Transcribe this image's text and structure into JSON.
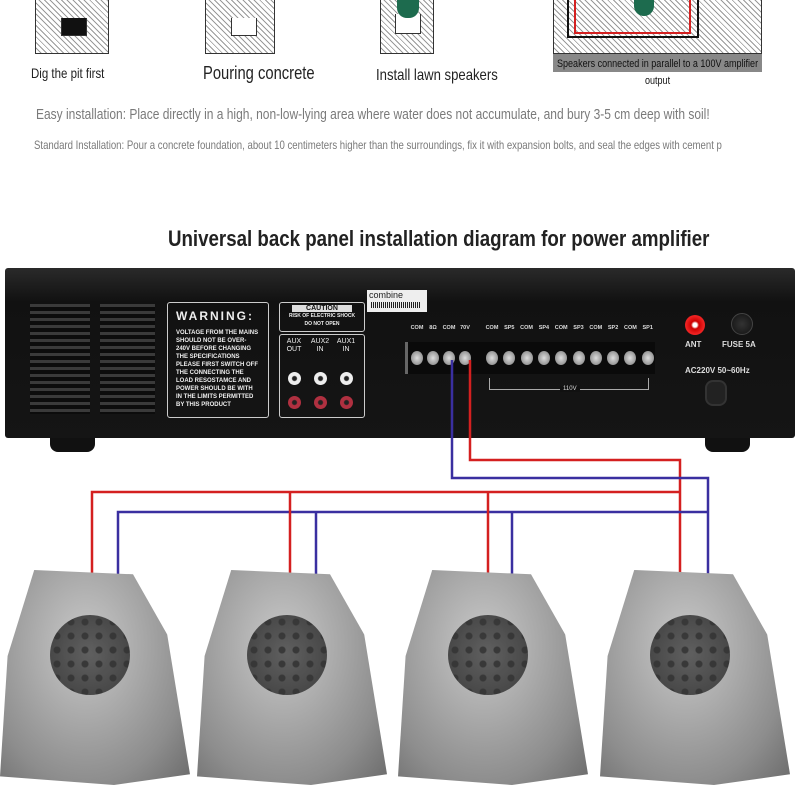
{
  "steps": [
    {
      "caption": "Dig the pit first"
    },
    {
      "caption": "Pouring concrete"
    },
    {
      "caption": "Install lawn speakers"
    },
    {
      "caption": "Speakers connected in parallel to a 100V amplifier output"
    }
  ],
  "easy_installation": "Easy installation: Place directly in a high, non-low-lying area where water does not accumulate, and bury 3-5 cm deep with soil!",
  "standard_installation": "Standard Installation: Pour a concrete foundation, about 10 centimeters higher than the surroundings, fix it with expansion bolts, and seal the edges with cement p",
  "title": "Universal back panel installation diagram for power amplifier",
  "amplifier": {
    "warning_title": "WARNING:",
    "warning_text": "VOLTAGE FROM THE MAINS SHOULD NOT BE OVER-240V BEFORE CHANGING THE SPECIFICATIONS PLEASE FIRST SWITCH OFF THE CONNECTING THE LOAD RESOSTAMCE AND POWER SHOULD BE WITH IN THE LIMITS PERMITTED BY THIS PRODUCT",
    "caution_title": "CAUTION",
    "caution_line1": "RISK OF ELECTRIC SHOCK",
    "caution_line2": "DO NOT OPEN",
    "aux": [
      "AUX OUT",
      "AUX2 IN",
      "AUX1 IN"
    ],
    "brand": "combine",
    "terminals": [
      "COM",
      "8Ω",
      "COM",
      "70V",
      "COM",
      "SP5",
      "COM",
      "SP4",
      "COM",
      "SP3",
      "COM",
      "SP2",
      "COM",
      "SP1"
    ],
    "bracket_label": "110V",
    "ant": "ANT",
    "fuse": "FUSE 5A",
    "power": "AC220V 50~60Hz"
  },
  "colors": {
    "positive_wire": "#d42020",
    "negative_wire": "#3a2fa0"
  }
}
